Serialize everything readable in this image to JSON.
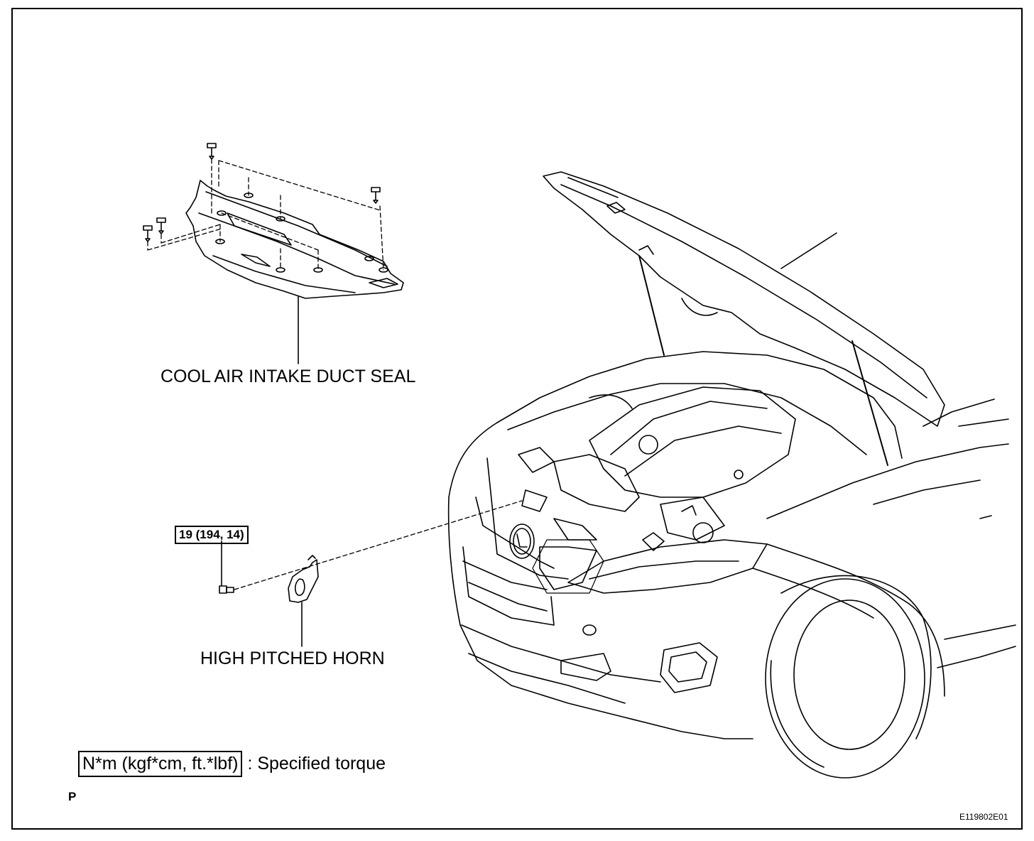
{
  "labels": {
    "duct_seal": "COOL AIR INTAKE DUCT SEAL",
    "horn": "HIGH PITCHED HORN",
    "torque_value": "19 (194, 14)"
  },
  "legend": {
    "unit_box": "N*m (kgf*cm, ft.*lbf)",
    "description": ": Specified torque"
  },
  "view_marker": "P",
  "illustration_code": "E119802E01",
  "colors": {
    "line": "#000000",
    "background": "#ffffff"
  }
}
